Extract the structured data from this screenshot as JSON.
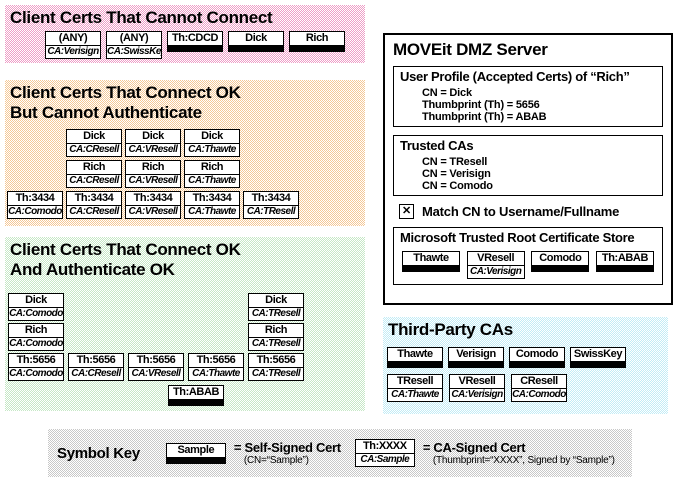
{
  "colors": {
    "pink": "#ee9cc6",
    "orange": "#f5c896",
    "green": "#c6e8c6",
    "cyan": "#c2ecf6",
    "gray": "#c8c8c8"
  },
  "cannot_connect": {
    "title": "Client Certs That Cannot Connect",
    "certs": [
      {
        "type": "ca",
        "name": "(ANY)",
        "ca": "CA:Verisign"
      },
      {
        "type": "ca",
        "name": "(ANY)",
        "ca": "CA:SwissKey"
      },
      {
        "type": "self",
        "name": "Th:CDCD"
      },
      {
        "type": "self",
        "name": "Dick"
      },
      {
        "type": "self",
        "name": "Rich"
      }
    ]
  },
  "cannot_auth": {
    "title_line1": "Client Certs That Connect OK",
    "title_line2": "But Cannot Authenticate",
    "row1": [
      {
        "type": "ca",
        "name": "Dick",
        "ca": "CA:CResell"
      },
      {
        "type": "ca",
        "name": "Dick",
        "ca": "CA:VResell"
      },
      {
        "type": "ca",
        "name": "Dick",
        "ca": "CA:Thawte"
      }
    ],
    "row2": [
      {
        "type": "ca",
        "name": "Rich",
        "ca": "CA:CResell"
      },
      {
        "type": "ca",
        "name": "Rich",
        "ca": "CA:VResell"
      },
      {
        "type": "ca",
        "name": "Rich",
        "ca": "CA:Thawte"
      }
    ],
    "row3": [
      {
        "type": "ca",
        "name": "Th:3434",
        "ca": "CA:Comodo"
      },
      {
        "type": "ca",
        "name": "Th:3434",
        "ca": "CA:CResell"
      },
      {
        "type": "ca",
        "name": "Th:3434",
        "ca": "CA:VResell"
      },
      {
        "type": "ca",
        "name": "Th:3434",
        "ca": "CA:Thawte"
      },
      {
        "type": "ca",
        "name": "Th:3434",
        "ca": "CA:TResell"
      }
    ]
  },
  "auth_ok": {
    "title_line1": "Client Certs That Connect OK",
    "title_line2": "And Authenticate OK",
    "row1": [
      {
        "type": "ca",
        "name": "Dick",
        "ca": "CA:Comodo"
      },
      {
        "type": "ca",
        "name": "Dick",
        "ca": "CA:TResell"
      }
    ],
    "row2": [
      {
        "type": "ca",
        "name": "Rich",
        "ca": "CA:Comodo"
      },
      {
        "type": "ca",
        "name": "Rich",
        "ca": "CA:TResell"
      }
    ],
    "row3": [
      {
        "type": "ca",
        "name": "Th:5656",
        "ca": "CA:Comodo"
      },
      {
        "type": "ca",
        "name": "Th:5656",
        "ca": "CA:CResell"
      },
      {
        "type": "ca",
        "name": "Th:5656",
        "ca": "CA:VResell"
      },
      {
        "type": "ca",
        "name": "Th:5656",
        "ca": "CA:Thawte"
      },
      {
        "type": "ca",
        "name": "Th:5656",
        "ca": "CA:TResell"
      }
    ],
    "row4": [
      {
        "type": "self",
        "name": "Th:ABAB"
      }
    ]
  },
  "dmz": {
    "title": "MOVEit DMZ Server",
    "user_profile": {
      "title": "User Profile (Accepted Certs) of “Rich”",
      "lines": [
        "CN = Dick",
        "Thumbprint (Th) = 5656",
        "Thumbprint (Th) = ABAB"
      ]
    },
    "trusted_cas": {
      "title": "Trusted CAs",
      "lines": [
        "CN = TResell",
        "CN = Verisign",
        "CN = Comodo"
      ]
    },
    "match_cn": {
      "checked": true,
      "label": "Match CN to Username/Fullname"
    },
    "root_store": {
      "title": "Microsoft Trusted Root Certificate Store",
      "certs": [
        {
          "type": "self",
          "name": "Thawte"
        },
        {
          "type": "ca",
          "name": "VResell",
          "ca": "CA:Verisign"
        },
        {
          "type": "self",
          "name": "Comodo"
        },
        {
          "type": "self",
          "name": "Th:ABAB"
        }
      ]
    }
  },
  "third_party": {
    "title": "Third-Party CAs",
    "row1": [
      {
        "type": "self",
        "name": "Thawte"
      },
      {
        "type": "self",
        "name": "Verisign"
      },
      {
        "type": "self",
        "name": "Comodo"
      },
      {
        "type": "self",
        "name": "SwissKey"
      }
    ],
    "row2": [
      {
        "type": "ca",
        "name": "TResell",
        "ca": "CA:Thawte"
      },
      {
        "type": "ca",
        "name": "VResell",
        "ca": "CA:Verisign"
      },
      {
        "type": "ca",
        "name": "CResell",
        "ca": "CA:Comodo"
      }
    ]
  },
  "symbol_key": {
    "title": "Symbol Key",
    "self_signed": {
      "certs": [
        {
          "type": "self",
          "name": "Sample"
        }
      ],
      "label": "= Self-Signed Cert",
      "sublabel": "(CN=“Sample”)"
    },
    "ca_signed": {
      "certs": [
        {
          "type": "ca",
          "name": "Th:XXXX",
          "ca": "CA:Sample"
        }
      ],
      "label": "= CA-Signed Cert",
      "sublabel": "(Thumbprint=“XXXX”, Signed by “Sample”)"
    }
  }
}
